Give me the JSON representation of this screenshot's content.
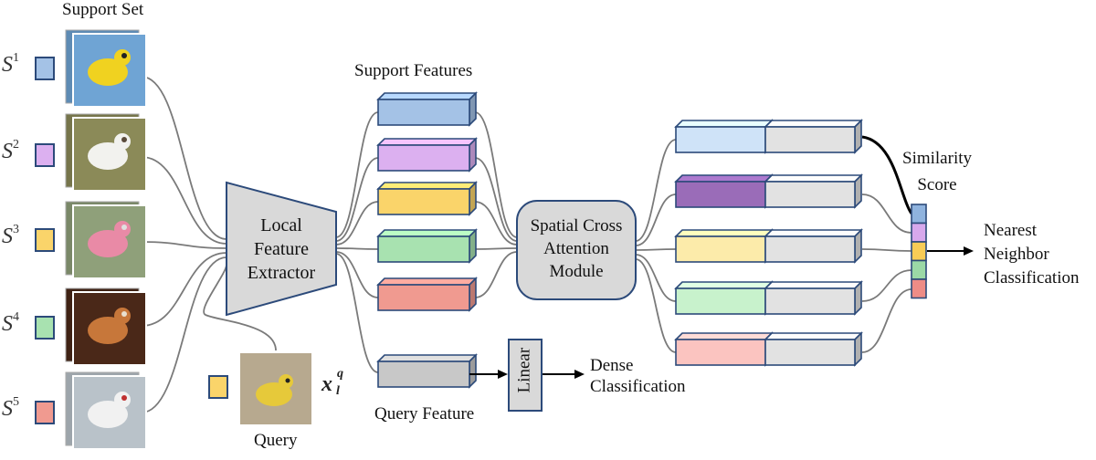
{
  "support_set": {
    "title": "Support Set",
    "items": [
      {
        "sym": "S",
        "idx": "1",
        "color": "#a4c2e6"
      },
      {
        "sym": "S",
        "idx": "2",
        "color": "#dcb0f0"
      },
      {
        "sym": "S",
        "idx": "3",
        "color": "#fad46a"
      },
      {
        "sym": "S",
        "idx": "4",
        "color": "#a8e2b0"
      },
      {
        "sym": "S",
        "idx": "5",
        "color": "#f09a90"
      }
    ]
  },
  "query": {
    "label": "Query",
    "var_main": "x",
    "var_sup": "q",
    "var_sub": "l",
    "color": "#fad46a"
  },
  "extractor": {
    "line1": "Local",
    "line2": "Feature",
    "line3": "Extractor"
  },
  "support_features": {
    "title": "Support Features",
    "colors": [
      "#a4c2e6",
      "#dcb0f0",
      "#fad46a",
      "#a8e2b0",
      "#f09a90"
    ]
  },
  "query_feature": {
    "label": "Query Feature",
    "color": "#c8c8c8"
  },
  "linear": {
    "label": "Linear"
  },
  "dense": {
    "line1": "Dense",
    "line2": "Classification"
  },
  "attention": {
    "line1": "Spatial Cross",
    "line2": "Attention",
    "line3": "Module"
  },
  "attended_colors": [
    "#cfe3f8",
    "#9a6cb8",
    "#fcebaa",
    "#c8f2cc",
    "#fbc4c0"
  ],
  "similarity": {
    "line1": "Similarity",
    "line2": "Score",
    "colors": [
      "#8fb3de",
      "#d7a8ec",
      "#f8cc56",
      "#9bd9a6",
      "#ee8c86"
    ]
  },
  "classification": {
    "line1": "Nearest",
    "line2": "Neighbor",
    "line3": "Classification"
  },
  "colors": {
    "border": "#2c4a7a",
    "line": "#7a7a7a",
    "module": "#d9d9d9"
  }
}
